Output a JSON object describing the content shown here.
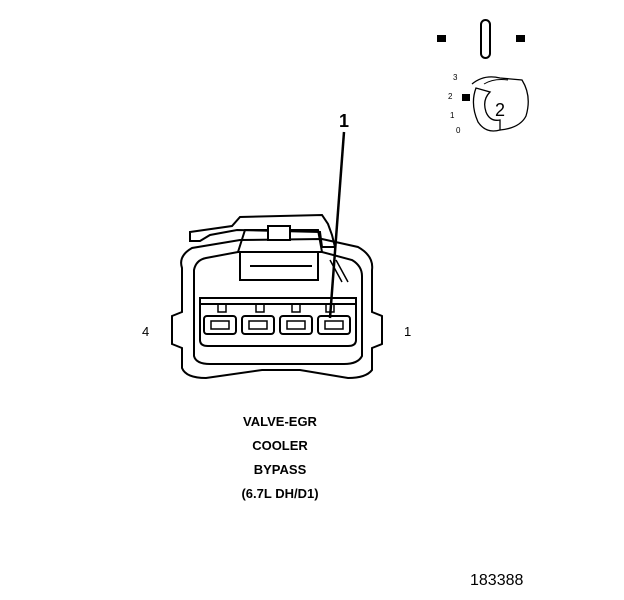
{
  "callouts": {
    "pin_pointer": "1",
    "pin_left": "4",
    "pin_right": "1"
  },
  "key_diagram": {
    "positions": [
      "3",
      "2",
      "1",
      "0"
    ],
    "key_label": "2"
  },
  "caption_lines": [
    "VALVE-EGR",
    "COOLER",
    "BYPASS",
    "(6.7L DH/D1)"
  ],
  "figure_number": "183388",
  "colors": {
    "ink": "#000000",
    "background": "#ffffff"
  }
}
